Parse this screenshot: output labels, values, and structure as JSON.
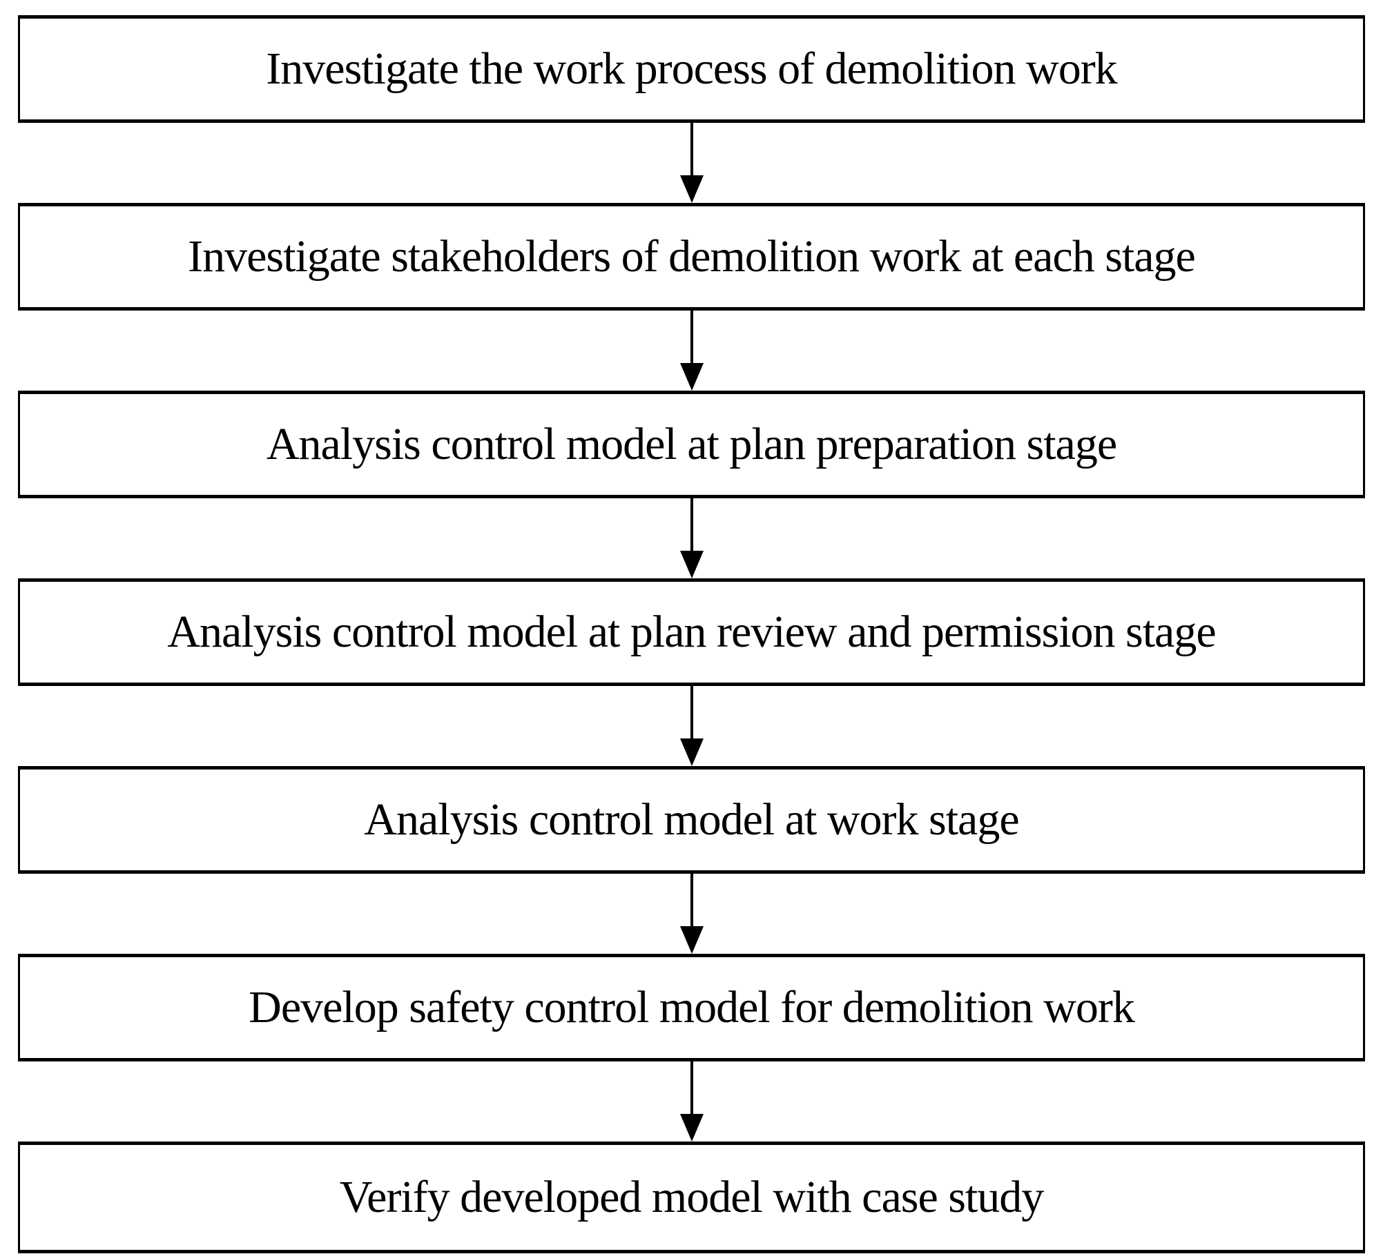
{
  "flowchart": {
    "type": "vertical-process-flow",
    "connector": "arrow-down",
    "colors": {
      "border": "#000000",
      "text": "#000000",
      "background": "#ffffff"
    },
    "steps": [
      {
        "label": "Investigate the work process of demolition work"
      },
      {
        "label": "Investigate stakeholders of demolition work at each stage"
      },
      {
        "label": "Analysis control model at plan preparation stage"
      },
      {
        "label": "Analysis control model at plan review and permission stage"
      },
      {
        "label": "Analysis control model at work stage"
      },
      {
        "label": "Develop safety control model for demolition work"
      },
      {
        "label": "Verify developed model with case study"
      }
    ]
  }
}
